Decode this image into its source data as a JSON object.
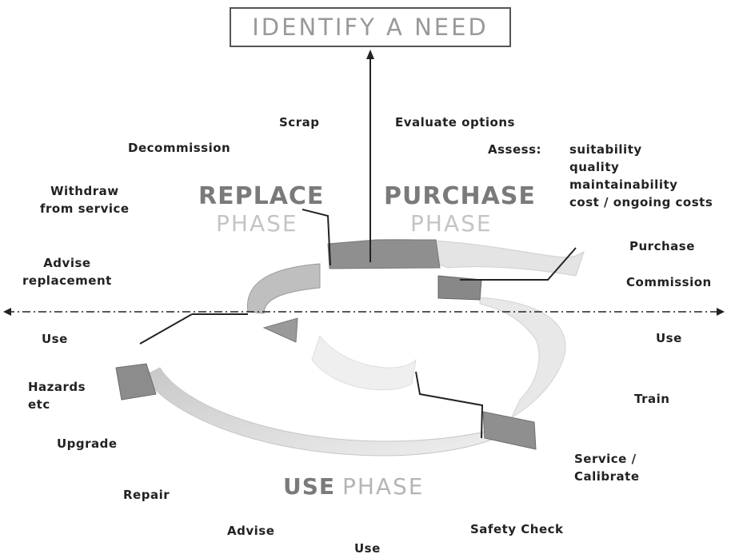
{
  "title": "IDENTIFY A NEED",
  "phases": {
    "replace": {
      "word": "REPLACE",
      "phase": "PHASE"
    },
    "purchase": {
      "word": "PURCHASE",
      "phase": "PHASE"
    },
    "use": {
      "word": "USE",
      "phase": "PHASE"
    }
  },
  "labels": {
    "scrap": "Scrap",
    "evaluate_options": "Evaluate options",
    "decommission": "Decommission",
    "assess": "Assess:",
    "assess_items": [
      "suitability",
      "quality",
      "maintainability",
      "cost / ongoing costs"
    ],
    "withdraw": "Withdraw\nfrom service",
    "advise_replacement": "Advise\nreplacement",
    "purchase": "Purchase",
    "commission": "Commission",
    "use_left": "Use",
    "use_right": "Use",
    "hazards": "Hazards\netc",
    "train": "Train",
    "upgrade": "Upgrade",
    "service": "Service /\nCalibrate",
    "repair": "Repair",
    "advise": "Advise",
    "safety_check": "Safety Check",
    "use_bottom": "Use"
  },
  "colors": {
    "arrow_dark": "#8a8a8a",
    "arrow_light": "#d8d8d8",
    "line": "#222222"
  }
}
